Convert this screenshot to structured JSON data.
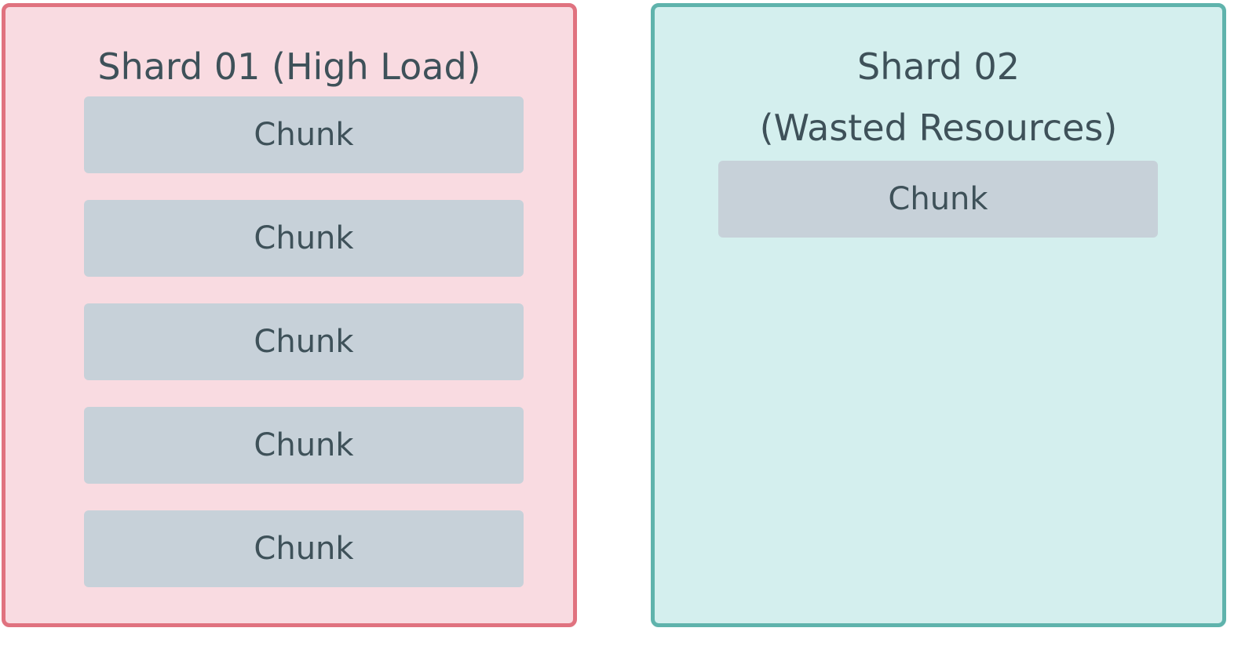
{
  "shards": [
    {
      "title": "Shard 01 (High Load)",
      "chunks": [
        "Chunk",
        "Chunk",
        "Chunk",
        "Chunk",
        "Chunk"
      ]
    },
    {
      "title_line1": "Shard 02",
      "title_line2": "(Wasted Resources)",
      "chunks": [
        "Chunk"
      ]
    }
  ],
  "colors": {
    "shard_high_fill": "#f9dbe1",
    "shard_high_border": "#e0727f",
    "shard_wasted_fill": "#d4efee",
    "shard_wasted_border": "#5fb3ac",
    "chunk_fill": "#c7d1d9",
    "text": "#3e5159"
  }
}
